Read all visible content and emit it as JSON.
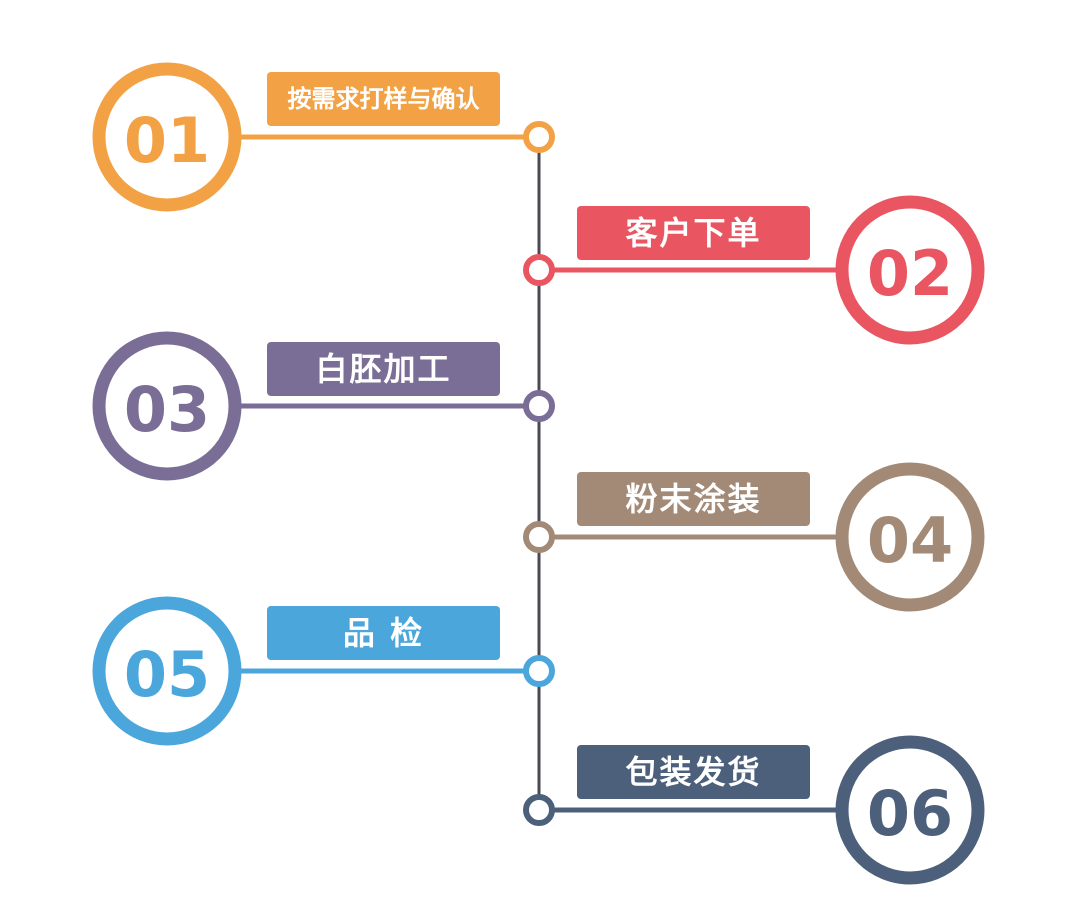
{
  "steps": [
    {
      "number": "01",
      "label": "按需求打样与确认",
      "color": "#F2A245"
    },
    {
      "number": "02",
      "label": "客户下单",
      "color": "#E95661"
    },
    {
      "number": "03",
      "label": "白胚加工",
      "color": "#7A6E96"
    },
    {
      "number": "04",
      "label": "粉末涂装",
      "color": "#A38A76"
    },
    {
      "number": "05",
      "label": "品 检",
      "color": "#4BA6DC"
    },
    {
      "number": "06",
      "label": "包装发货",
      "color": "#4C5F7B"
    }
  ]
}
